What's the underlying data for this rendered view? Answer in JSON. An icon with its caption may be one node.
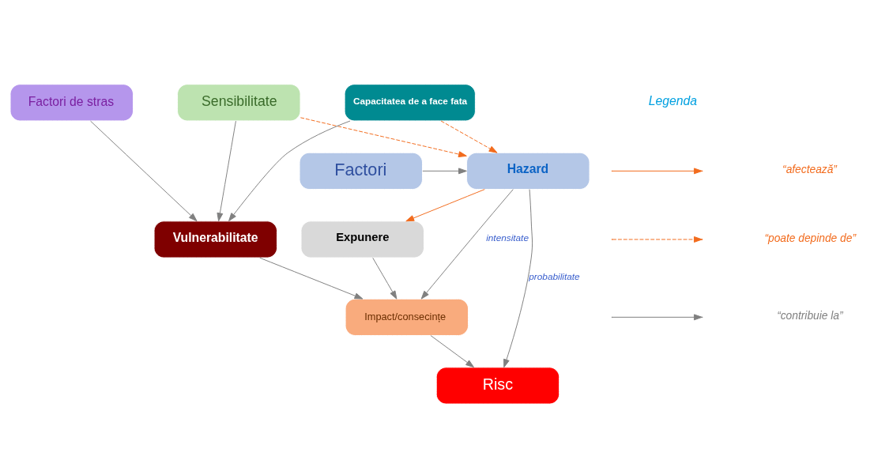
{
  "diagram": {
    "nodes": [
      {
        "text": [
          "Hazard"
        ]
      },
      {
        "text": [
          "Factori"
        ]
      },
      {
        "text": [
          "Factori de stras"
        ]
      },
      {
        "text": [
          "Sensibilitate"
        ]
      },
      {
        "text": [
          "Capacitatea de a face fata"
        ]
      },
      {
        "text": [
          "Expunere"
        ]
      },
      {
        "text": [
          "Vulnerabilitate"
        ]
      },
      {
        "text": [
          "Impact/consecințe"
        ]
      },
      {
        "text": [
          "Risc"
        ]
      }
    ],
    "edges": [
      {
        "from": 1,
        "to": 0,
        "arrow": "to"
      },
      {
        "from": 0,
        "to": 5,
        "arrow": "to",
        "color": "#f26b1d"
      },
      {
        "from": 3,
        "to": 0,
        "arrow": "to",
        "style": "dashed",
        "color": "#f26b1d"
      },
      {
        "from": 4,
        "to": 0,
        "arrow": "to",
        "style": "dashed",
        "color": "#f26b1d"
      },
      {
        "from": 2,
        "to": 6,
        "arrow": "to"
      },
      {
        "from": 3,
        "to": 6,
        "arrow": "to"
      },
      {
        "from": 4,
        "to": 6,
        "arrow": "to"
      },
      {
        "from": 5,
        "to": 7,
        "arrow": "to"
      },
      {
        "from": 6,
        "to": 7,
        "arrow": "to"
      },
      {
        "from": 0,
        "to": 7,
        "arrow": "to",
        "label": "intensitate"
      },
      {
        "from": 7,
        "to": 8,
        "arrow": "to"
      },
      {
        "from": 0,
        "to": 8,
        "arrow": "to",
        "label": "probabilitate"
      }
    ],
    "labels": [
      "Legenda"
    ],
    "legend": [
      {
        "text": "“afectează”"
      },
      {
        "text": "“poate depinde de”"
      },
      {
        "text": "“contribuie la”"
      }
    ]
  }
}
